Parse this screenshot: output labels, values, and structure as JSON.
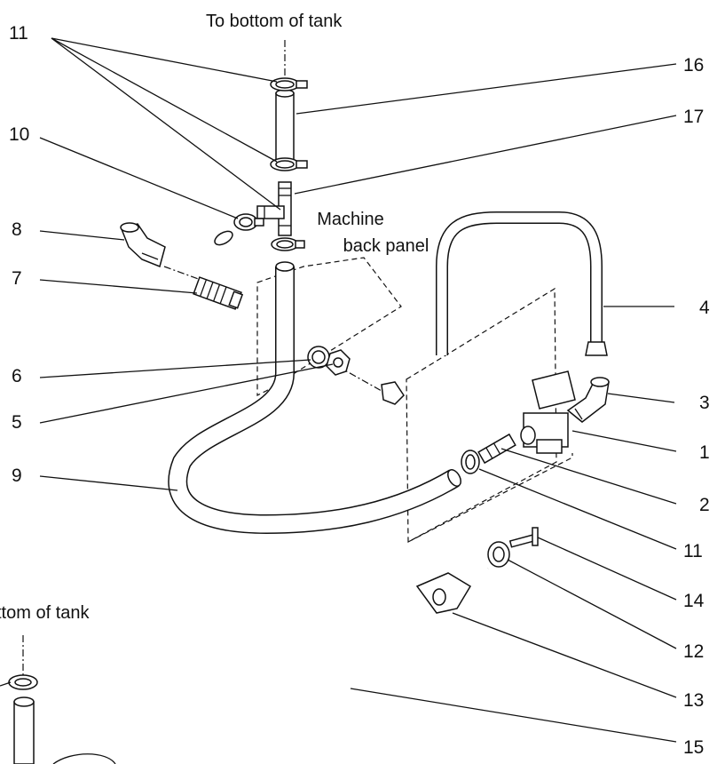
{
  "captions": {
    "top_tank": "To bottom of tank",
    "bottom_tank": "ttom of tank",
    "panel_line1": "Machine",
    "panel_line2": "back panel"
  },
  "callouts": {
    "c1": "1",
    "c2": "2",
    "c3": "3",
    "c4": "4",
    "c5": "5",
    "c6": "6",
    "c7": "7",
    "c8": "8",
    "c9": "9",
    "c10": "10",
    "c11a": "11",
    "c11b": "11",
    "c12": "12",
    "c13": "13",
    "c14": "14",
    "c15": "15",
    "c16": "16",
    "c17": "17"
  },
  "icons": [
    "hose-clamp-icon",
    "tee-fitting-icon",
    "elbow-fitting-icon",
    "solenoid-valve-icon",
    "nipple-fitting-icon",
    "washer-icon",
    "hose-nut-icon"
  ]
}
